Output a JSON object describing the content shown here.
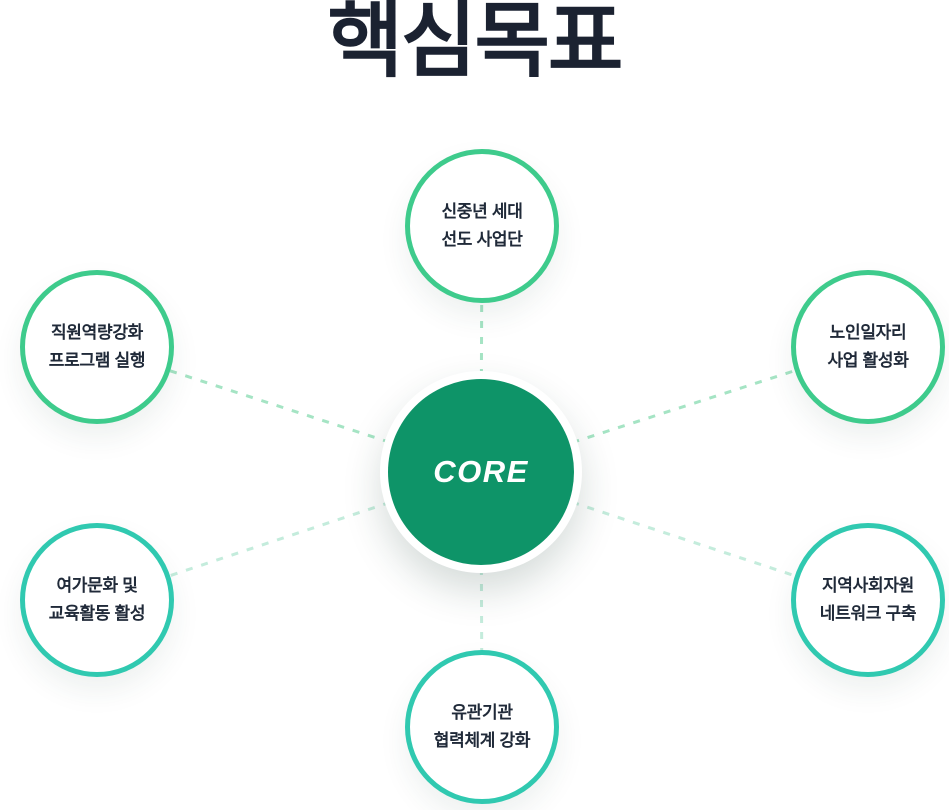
{
  "title": "핵심목표",
  "center": {
    "label": "CORE"
  },
  "satellites": [
    {
      "id": "top",
      "lines": [
        "신중년 세대",
        "선도 사업단"
      ]
    },
    {
      "id": "left-upper",
      "lines": [
        "직원역량강화",
        "프로그램 실행"
      ]
    },
    {
      "id": "right-upper",
      "lines": [
        "노인일자리",
        "사업 활성화"
      ]
    },
    {
      "id": "left-lower",
      "lines": [
        "여가문화 및",
        "교육활동 활성"
      ]
    },
    {
      "id": "right-lower",
      "lines": [
        "지역사회자원",
        "네트워크 구축"
      ]
    },
    {
      "id": "bottom",
      "lines": [
        "유관기관",
        "협력체계 강화"
      ]
    }
  ],
  "colors": {
    "background": "#ffffff",
    "title_text": "#1b2231",
    "circle_text": "#202a39",
    "center_fill": "#0e9468",
    "center_label": "#ffffff",
    "border_green": "#3ecb8c",
    "border_teal": "#30c9b0",
    "connector_green": "#a5e4c4",
    "connector_teal": "#c4ecdc"
  }
}
